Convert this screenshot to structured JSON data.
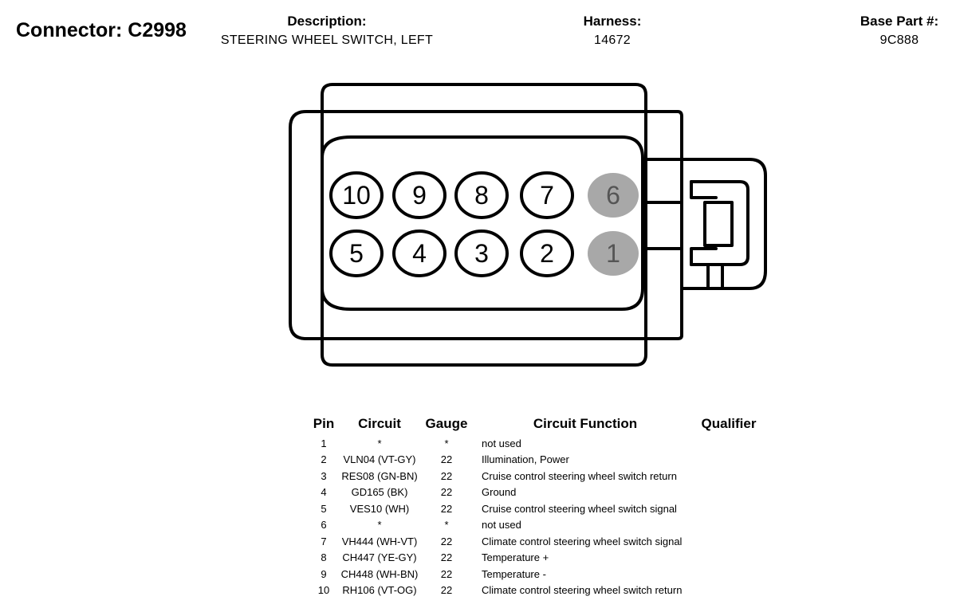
{
  "header": {
    "connector_title": "Connector: C2998",
    "description_label": "Description:",
    "description_value": "STEERING WHEEL SWITCH, LEFT",
    "harness_label": "Harness:",
    "harness_value": "14672",
    "base_part_label": "Base Part #:",
    "base_part_value": "9C888"
  },
  "connector": {
    "pins_top_row": [
      "10",
      "9",
      "8",
      "7",
      "6"
    ],
    "pins_bottom_row": [
      "5",
      "4",
      "3",
      "2",
      "1"
    ],
    "unused_pins": [
      "6",
      "1"
    ],
    "colors": {
      "outline": "#000000",
      "used_pin_fill": "#ffffff",
      "unused_pin_fill": "#a8a8a8",
      "unused_pin_text": "#555555"
    }
  },
  "pin_table": {
    "headers": {
      "pin": "Pin",
      "circuit": "Circuit",
      "gauge": "Gauge",
      "function": "Circuit Function",
      "qualifier": "Qualifier"
    },
    "rows": [
      {
        "pin": "1",
        "circuit": "*",
        "gauge": "*",
        "function": "not used",
        "qualifier": ""
      },
      {
        "pin": "2",
        "circuit": "VLN04 (VT-GY)",
        "gauge": "22",
        "function": "Illumination, Power",
        "qualifier": ""
      },
      {
        "pin": "3",
        "circuit": "RES08 (GN-BN)",
        "gauge": "22",
        "function": "Cruise control steering wheel switch return",
        "qualifier": ""
      },
      {
        "pin": "4",
        "circuit": "GD165 (BK)",
        "gauge": "22",
        "function": "Ground",
        "qualifier": ""
      },
      {
        "pin": "5",
        "circuit": "VES10 (WH)",
        "gauge": "22",
        "function": "Cruise control steering wheel switch signal",
        "qualifier": ""
      },
      {
        "pin": "6",
        "circuit": "*",
        "gauge": "*",
        "function": "not used",
        "qualifier": ""
      },
      {
        "pin": "7",
        "circuit": "VH444 (WH-VT)",
        "gauge": "22",
        "function": "Climate control steering wheel switch signal",
        "qualifier": ""
      },
      {
        "pin": "8",
        "circuit": "CH447 (YE-GY)",
        "gauge": "22",
        "function": "Temperature +",
        "qualifier": ""
      },
      {
        "pin": "9",
        "circuit": "CH448 (WH-BN)",
        "gauge": "22",
        "function": "Temperature -",
        "qualifier": ""
      },
      {
        "pin": "10",
        "circuit": "RH106 (VT-OG)",
        "gauge": "22",
        "function": "Climate control steering wheel switch return",
        "qualifier": ""
      }
    ]
  }
}
